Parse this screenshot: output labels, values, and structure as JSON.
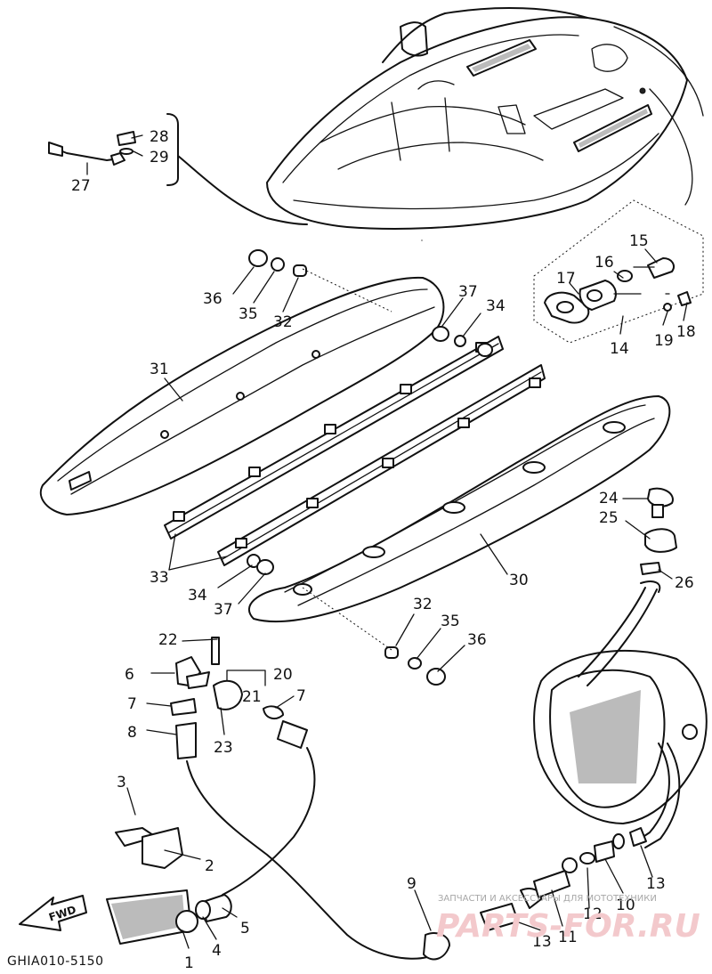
{
  "diagram_code": "GHIA010-5150",
  "fwd_label": "FWD",
  "watermark": {
    "text": "ЗАПЧАСТИ И АКСЕССУАРЫ ДЛЯ МОТОТЕХНИКИ",
    "logo": "PARTS-FOR.RU"
  },
  "callouts": [
    {
      "id": "c1",
      "text": "1"
    },
    {
      "id": "c2",
      "text": "2"
    },
    {
      "id": "c3",
      "text": "3"
    },
    {
      "id": "c4",
      "text": "4"
    },
    {
      "id": "c5",
      "text": "5"
    },
    {
      "id": "c6",
      "text": "6"
    },
    {
      "id": "c7a",
      "text": "7"
    },
    {
      "id": "c7b",
      "text": "7"
    },
    {
      "id": "c8",
      "text": "8"
    },
    {
      "id": "c9",
      "text": "9"
    },
    {
      "id": "c10",
      "text": "10"
    },
    {
      "id": "c11",
      "text": "11"
    },
    {
      "id": "c12",
      "text": "12"
    },
    {
      "id": "c13a",
      "text": "13"
    },
    {
      "id": "c13b",
      "text": "13"
    },
    {
      "id": "c14",
      "text": "14"
    },
    {
      "id": "c15",
      "text": "15"
    },
    {
      "id": "c16",
      "text": "16"
    },
    {
      "id": "c17",
      "text": "17"
    },
    {
      "id": "c18",
      "text": "18"
    },
    {
      "id": "c19",
      "text": "19"
    },
    {
      "id": "c20",
      "text": "20"
    },
    {
      "id": "c21",
      "text": "21"
    },
    {
      "id": "c22",
      "text": "22"
    },
    {
      "id": "c23",
      "text": "23"
    },
    {
      "id": "c24",
      "text": "24"
    },
    {
      "id": "c25",
      "text": "25"
    },
    {
      "id": "c26",
      "text": "26"
    },
    {
      "id": "c27",
      "text": "27"
    },
    {
      "id": "c28",
      "text": "28"
    },
    {
      "id": "c29",
      "text": "29"
    },
    {
      "id": "c30",
      "text": "30"
    },
    {
      "id": "c31",
      "text": "31"
    },
    {
      "id": "c32a",
      "text": "32"
    },
    {
      "id": "c32b",
      "text": "32"
    },
    {
      "id": "c33",
      "text": "33"
    },
    {
      "id": "c34a",
      "text": "34"
    },
    {
      "id": "c34b",
      "text": "34"
    },
    {
      "id": "c35a",
      "text": "35"
    },
    {
      "id": "c35b",
      "text": "35"
    },
    {
      "id": "c36a",
      "text": "36"
    },
    {
      "id": "c36b",
      "text": "36"
    },
    {
      "id": "c37a",
      "text": "37"
    },
    {
      "id": "c37b",
      "text": "37"
    }
  ]
}
